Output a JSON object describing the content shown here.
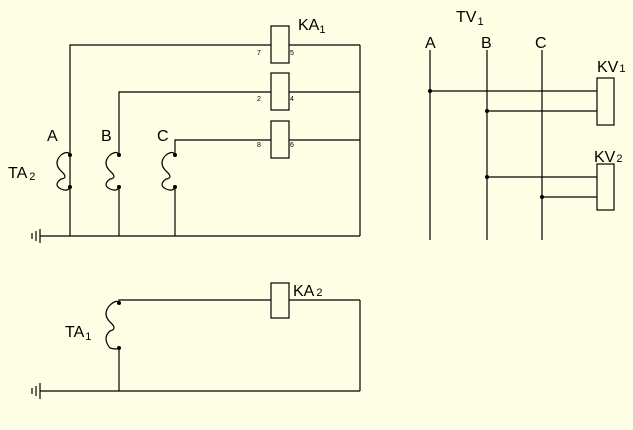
{
  "colors": {
    "background": "#fefee4",
    "line": "#000000"
  },
  "labels": {
    "ka1": {
      "main": "KA",
      "sub": "1"
    },
    "ka2": {
      "main": "KA",
      "sub": "2"
    },
    "ta1": {
      "main": "TA",
      "sub": "1"
    },
    "ta2": {
      "main": "TA",
      "sub": "2"
    },
    "tv1": {
      "main": "TV",
      "sub": "1"
    },
    "kv1": {
      "main": "KV",
      "sub": "1"
    },
    "kv2": {
      "main": "KV",
      "sub": "2"
    }
  },
  "phases": {
    "left": [
      "A",
      "B",
      "C"
    ],
    "right": [
      "A",
      "B",
      "C"
    ]
  },
  "relay_pins": {
    "top": {
      "left": "7",
      "right": "5"
    },
    "middle": {
      "left": "2",
      "right": "4"
    },
    "bottom": {
      "left": "8",
      "right": "6"
    }
  }
}
